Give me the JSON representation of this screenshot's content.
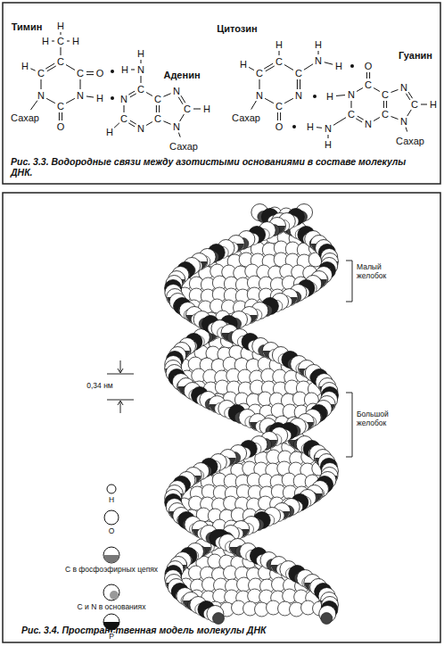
{
  "diagram": {
    "labels": [
      "Тимин",
      "Аденин",
      "Цитозин",
      "Гуанин",
      "H",
      "H",
      "C",
      "H",
      "C",
      "C",
      "N",
      "C",
      "N",
      "C",
      "H",
      "O",
      "H",
      "O",
      "Сахар",
      "H",
      "H",
      "N",
      "C",
      "C",
      "C",
      "N",
      "C",
      "N",
      "H",
      "N",
      "C",
      "H",
      "N",
      "Сахар",
      "H",
      "C",
      "C",
      "N",
      "C",
      "N",
      "C",
      "H",
      "N",
      "H",
      "H",
      "O",
      "Сахар",
      "O",
      "C",
      "N",
      "H",
      "C",
      "N",
      "H",
      "H",
      "N",
      "C",
      "C",
      "N",
      "C",
      "H",
      "N",
      "Сахар",
      "Рис. 3.3. Водородные связи между азотистыми основаниями в составе молекулы ДНК.",
      "Малый желобок",
      "0,34 нм",
      "Большой желобок",
      "Рис. 3.4. Пространственная модель молекулы ДНК"
    ],
    "legend": [
      {
        "text": "H"
      },
      {
        "text": "O"
      },
      {
        "text": "С в фосфоэфирных цепях"
      },
      {
        "text": "С и N в основаниях"
      },
      {
        "text": "P"
      }
    ]
  }
}
